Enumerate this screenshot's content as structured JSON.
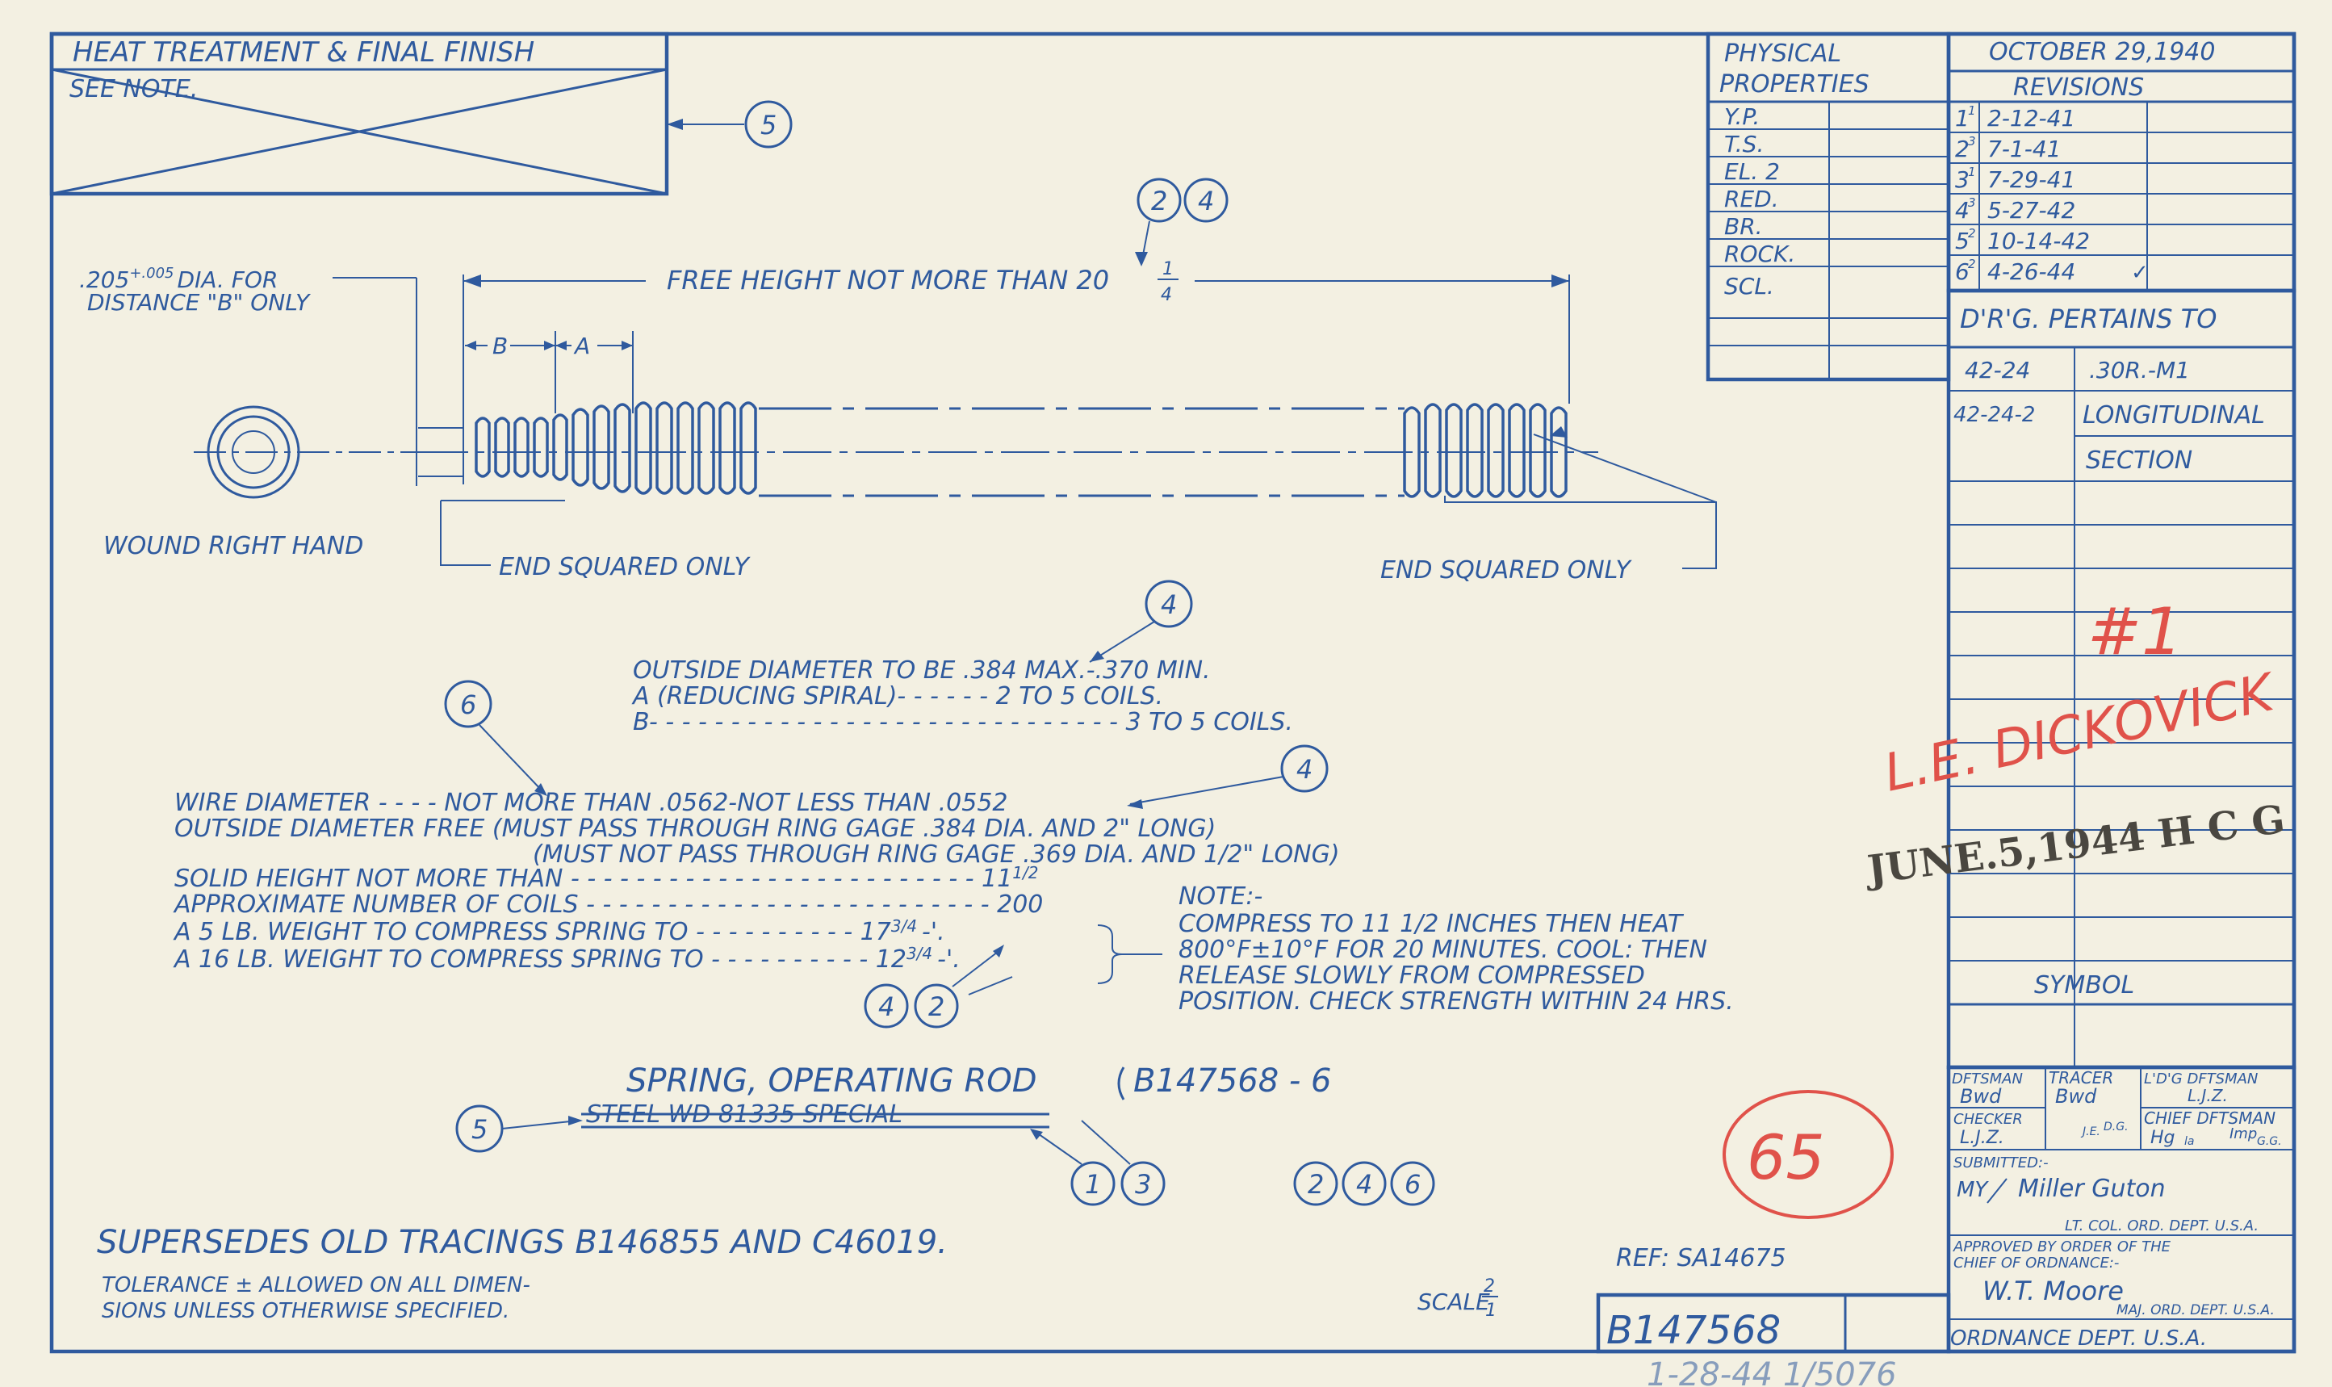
{
  "heat_treatment": {
    "title": "HEAT TREATMENT & FINAL FINISH",
    "note": "SEE NOTE."
  },
  "physical_properties": {
    "title_line1": "PHYSICAL",
    "title_line2": "PROPERTIES",
    "rows": [
      "Y.P.",
      "T.S.",
      "EL. 2",
      "RED.",
      "BR.",
      "ROCK.",
      "SCL."
    ]
  },
  "date": "OCTOBER 29,1940",
  "revisions": {
    "title": "REVISIONS",
    "entries": [
      {
        "num": "1",
        "sup": "1",
        "date": "2-12-41"
      },
      {
        "num": "2",
        "sup": "3",
        "date": "7-1-41"
      },
      {
        "num": "3",
        "sup": "1",
        "date": "7-29-41"
      },
      {
        "num": "4",
        "sup": "3",
        "date": "5-27-42"
      },
      {
        "num": "5",
        "sup": "2",
        "date": "10-14-42"
      },
      {
        "num": "6",
        "sup": "2",
        "date": "4-26-44"
      }
    ],
    "check": "✓"
  },
  "pertains": {
    "title": "D'R'G. PERTAINS TO",
    "row1_left": "42-24",
    "row1_right": ".30R.-M1",
    "row2_left": "42-24-2",
    "row2_right_line1": "LONGITUDINAL",
    "row2_right_line2": "SECTION"
  },
  "symbol_label": "SYMBOL",
  "signatures": {
    "draftsman": "DFTSMAN",
    "tracer": "TRACER",
    "ldg_draftsman": "L'D'G DFTSMAN",
    "checker": "CHECKER",
    "chief_draftsman": "CHIEF DFTSMAN",
    "draftsman_init": "Bwd",
    "tracer_init": "Bwd",
    "ldg_init": "L.J.Z.",
    "checker_init": "L.J.Z.",
    "tracer_check": "J.E.",
    "tracer_check2": "D.G.",
    "chief_init": "Hg",
    "chief_init2": "la",
    "chief_init3": "Imp",
    "chief_init4": "G.G.",
    "submitted": "SUBMITTED:-",
    "submitted_sig": "Miller Guton",
    "submitted_mark": "MY",
    "submitted_title": "LT. COL. ORD. DEPT. U.S.A.",
    "approved_line1": "APPROVED BY ORDER OF THE",
    "approved_line2": "CHIEF OF ORDNANCE:-",
    "approved_sig": "W.T. Moore",
    "approved_title": "MAJ. ORD. DEPT. U.S.A.",
    "dept": "ORDNANCE DEPT. U.S.A."
  },
  "drawing_number": "B147568",
  "ref": "REF: SA14675",
  "scale": {
    "label": "SCALE",
    "num": "2",
    "den": "1"
  },
  "red_marks": {
    "number": "#1",
    "name": "L.E. DICKOVICK",
    "circled": "65"
  },
  "stamp": "JUNE.5,1944 H C G",
  "callouts": {
    "dia_line1": ".205",
    "dia_tol": "+.005",
    "dia_line1_rest": "DIA. FOR",
    "dia_line2": "DISTANCE \"B\" ONLY",
    "free_height": "FREE HEIGHT NOT MORE THAN 20",
    "free_height_num": "1",
    "free_height_den": "4",
    "b": "B",
    "a": "A",
    "wound": "WOUND RIGHT HAND",
    "end_left": "END SQUARED ONLY",
    "end_right": "END SQUARED ONLY"
  },
  "od_block": {
    "l1": "OUTSIDE DIAMETER TO BE .384 MAX.-.370 MIN.",
    "l2": "A (REDUCING SPIRAL)- - - - - - 2 TO 5  COILS.",
    "l3": "B- - - - - - - - - - - - - - - - - - - - - - - - - - - - - 3 TO 5  COILS."
  },
  "specs": {
    "wire": "WIRE DIAMETER - - - - NOT MORE THAN .0562-NOT LESS THAN .0552",
    "od_free": "OUTSIDE DIAMETER FREE (MUST PASS THROUGH RING GAGE .384 DIA. AND 2\" LONG)",
    "od_free2": "(MUST NOT PASS THROUGH RING GAGE .369 DIA. AND 1/2\" LONG)",
    "solid": "SOLID HEIGHT NOT MORE THAN - - - - - - - - - - - - - - - - - - - - - - - - - 11",
    "solid_frac": "1/2",
    "coils": "APPROXIMATE NUMBER OF COILS - - - - - - - - - - - - - - - - - - - - - - - - - 200",
    "weight5": "A 5 LB. WEIGHT TO COMPRESS SPRING TO - - - - - - - - - - 17",
    "weight5_frac": "3/4",
    "weight16": "A 16 LB. WEIGHT TO COMPRESS SPRING TO - - - - - - - - - - 12",
    "weight16_frac": "3/4",
    "weight_suffix": "-'."
  },
  "note": {
    "title": "NOTE:-",
    "l1": "COMPRESS TO 11 1/2 INCHES THEN HEAT",
    "l2": "800°F±10°F FOR 20 MINUTES. COOL: THEN",
    "l3": "RELEASE SLOWLY FROM COMPRESSED",
    "l4": "POSITION. CHECK STRENGTH WITHIN 24 HRS."
  },
  "title_block": {
    "title": "SPRING, OPERATING ROD",
    "struck": "STEEL  WD 81335  SPECIAL",
    "number": "B147568 - 6"
  },
  "supersedes": "SUPERSEDES OLD TRACINGS B146855 AND C46019.",
  "tolerance_l1": "TOLERANCE ±    ALLOWED ON ALL DIMEN-",
  "tolerance_l2": "SIONS UNLESS OTHERWISE SPECIFIED.",
  "bottom_handwriting": "1-28-44 1/5076",
  "rev_bubbles": {
    "b5": "5",
    "b24a": "2",
    "b24b": "4",
    "b4a": "4",
    "b6": "6",
    "b4b": "4",
    "b42a": "4",
    "b42b": "2",
    "b5b": "5",
    "b13a": "1",
    "b13b": "3",
    "b246a": "2",
    "b246b": "4",
    "b246c": "6"
  }
}
